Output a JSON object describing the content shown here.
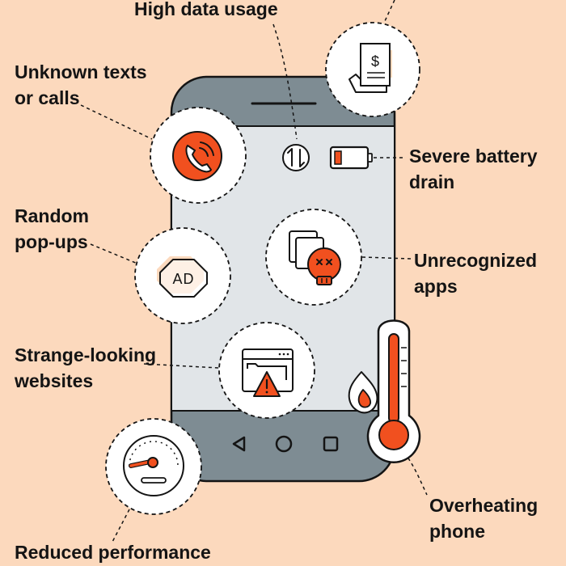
{
  "colors": {
    "background": "#fcd9bd",
    "phone_body": "#7e8c93",
    "phone_screen": "#e1e5e8",
    "accent": "#f1501f",
    "ink": "#141414",
    "icon_fill": "#ffffff"
  },
  "labels": {
    "high_data_usage": "High data usage",
    "unknown_texts_1": "Unknown texts",
    "unknown_texts_2": "or calls",
    "battery_drain_1": "Severe battery",
    "battery_drain_2": "drain",
    "random_popups_1": "Random",
    "random_popups_2": "pop-ups",
    "unrecognized_apps_1": "Unrecognized",
    "unrecognized_apps_2": "apps",
    "strange_websites_1": "Strange-looking",
    "strange_websites_2": "websites",
    "overheating_1": "Overheating",
    "overheating_2": "phone",
    "reduced_performance": "Reduced performance"
  },
  "icons": {
    "bill": {
      "name": "bill-receipt-icon",
      "symbol": "$"
    },
    "phone_call": {
      "name": "phone-call-icon"
    },
    "data_transfer": {
      "name": "data-arrows-icon"
    },
    "battery": {
      "name": "low-battery-icon"
    },
    "ad_popup": {
      "name": "ad-popup-icon",
      "text": "AD"
    },
    "malicious_app": {
      "name": "skull-app-icon"
    },
    "warning_site": {
      "name": "warning-website-icon"
    },
    "thermometer": {
      "name": "thermometer-icon"
    },
    "flame": {
      "name": "flame-icon"
    },
    "speedometer": {
      "name": "speedometer-icon"
    },
    "nav_back": {
      "name": "back-nav-icon"
    },
    "nav_home": {
      "name": "home-nav-icon"
    },
    "nav_recent": {
      "name": "recent-apps-nav-icon"
    }
  }
}
